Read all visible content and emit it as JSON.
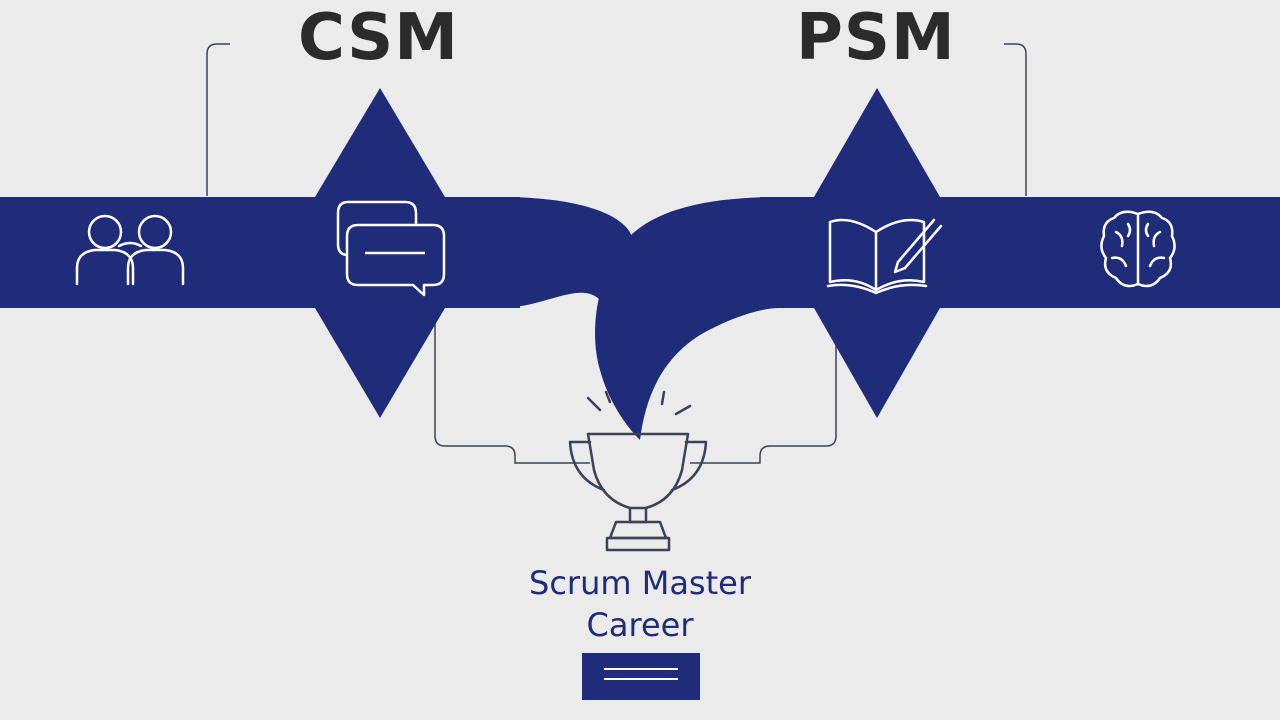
{
  "colors": {
    "background": "#ebebeb",
    "navy": "#1f2c7a",
    "heading": "#2b2b2b",
    "line": "#3d4256",
    "icon_stroke": "#ffffff"
  },
  "left": {
    "title": "CSM",
    "icons": [
      "people-icon",
      "chat-bubbles-icon"
    ]
  },
  "right": {
    "title": "PSM",
    "icons": [
      "book-pen-icon",
      "brain-icon"
    ]
  },
  "goal": {
    "icon": "trophy-icon",
    "label_line1": "Scrum Master",
    "label_line2": "Career"
  }
}
